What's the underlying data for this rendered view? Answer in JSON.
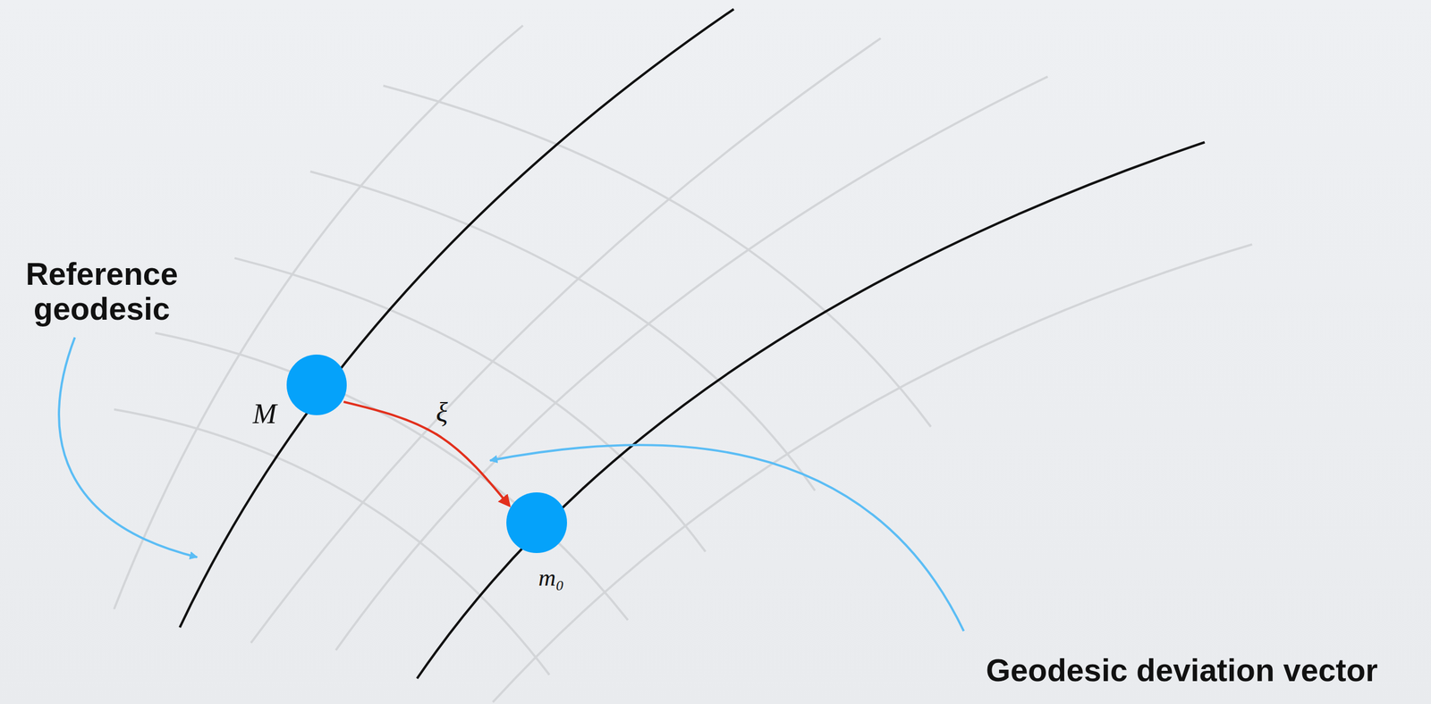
{
  "diagram": {
    "nodes": [
      {
        "text": [
          "M"
        ]
      },
      {
        "text": [
          "m₀"
        ]
      }
    ],
    "edges": [
      {
        "from": 0,
        "to": 1,
        "arrow": "to",
        "label": "ξ⃗"
      }
    ],
    "labels": [
      "Reference geodesic",
      "Geodesic deviation vector"
    ]
  }
}
